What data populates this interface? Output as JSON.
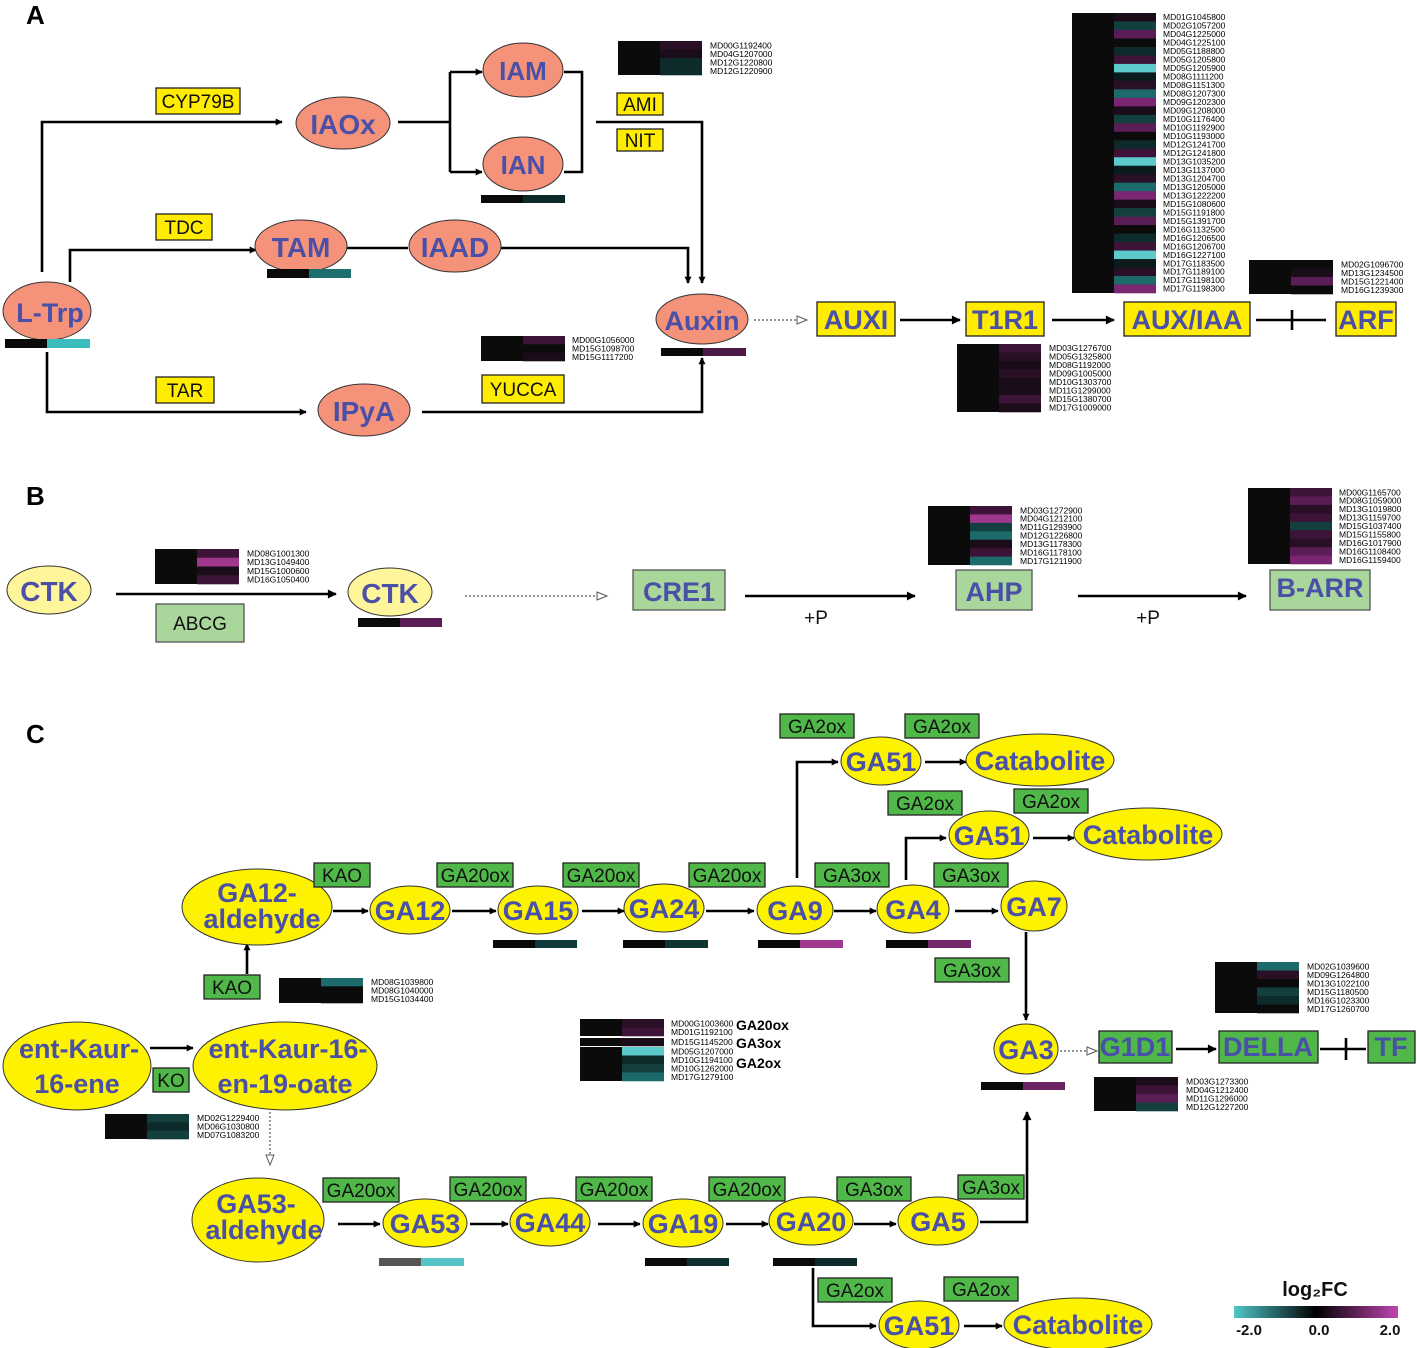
{
  "panels": {
    "a": "A",
    "b": "B",
    "c": "C"
  },
  "colors": {
    "low": "#4ec7c9",
    "mid": "#000000",
    "high": "#bb3fa8",
    "ellipse_salmon": "#f4937a",
    "ellipse_yellow": "#fdf200",
    "ellipse_pale": "#fff59b",
    "box_yellow": "#ffec00",
    "box_green": "#4fb848",
    "box_lightgreen": "#a8d69b"
  },
  "a": {
    "nodes": {
      "ltrp": "L-Trp",
      "iaox": "IAOx",
      "iam": "IAM",
      "ian": "IAN",
      "tam": "TAM",
      "iaad": "IAAD",
      "ipya": "IPyA",
      "auxin": "Auxin",
      "auxi": "AUXI",
      "t1r1": "T1R1",
      "auxiaa": "AUX/IAA",
      "arf": "ARF"
    },
    "enzymes": {
      "cyp79b": "CYP79B",
      "tdc": "TDC",
      "tar": "TAR",
      "ami": "AMI",
      "nit": "NIT",
      "yucca": "YUCCA"
    },
    "genes": {
      "iam": [
        "MD00G1192400",
        "MD04G1207000",
        "MD12G1220800",
        "MD12G1220900"
      ],
      "yucca": [
        "MD00G1056000",
        "MD15G1098700",
        "MD15G1117200"
      ],
      "t1r1": [
        "MD03G1276700",
        "MD05G1325800",
        "MD08G1192000",
        "MD09G1005000",
        "MD10G1303700",
        "MD11G1299000",
        "MD15G1380700",
        "MD17G1009000"
      ],
      "auxiaa": [
        "MD01G1045800",
        "MD02G1057200",
        "MD04G1225000",
        "MD04G1225100",
        "MD05G1188800",
        "MD05G1205800",
        "MD05G1205900",
        "MD08G1111200",
        "MD08G1151300",
        "MD08G1207300",
        "MD09G1202300",
        "MD09G1208000",
        "MD10G1176400",
        "MD10G1192900",
        "MD10G1193000",
        "MD12G1241700",
        "MD12G1241800",
        "MD13G1035200",
        "MD13G1137000",
        "MD13G1204700",
        "MD13G1205000",
        "MD13G1222200",
        "MD15G1080600",
        "MD15G1191800",
        "MD15G1391700",
        "MD16G1132500",
        "MD16G1206500",
        "MD16G1206700",
        "MD16G1227100",
        "MD17G1183500",
        "MD17G1189100",
        "MD17G1198100",
        "MD17G1198300"
      ],
      "arf": [
        "MD02G1096700",
        "MD13G1234500",
        "MD15G1221400",
        "MD16G1239300"
      ]
    }
  },
  "b": {
    "nodes": {
      "ctk1": "CTK",
      "ctk2": "CTK",
      "cre1": "CRE1",
      "ahp": "AHP",
      "barr": "B-ARR"
    },
    "enzymes": {
      "abcg": "ABCG"
    },
    "phos": "+P",
    "genes": {
      "abcg": [
        "MD08G1001300",
        "MD13G1049400",
        "MD15G1000600",
        "MD16G1050400"
      ],
      "ahp": [
        "MD03G1272900",
        "MD04G1212100",
        "MD11G1293900",
        "MD12G1226800",
        "MD13G1178300",
        "MD16G1178100",
        "MD17G1211900"
      ],
      "barr": [
        "MD00G1165700",
        "MD08G1059000",
        "MD13G1019800",
        "MD13G1159700",
        "MD15G1037400",
        "MD15G1155800",
        "MD16G1017900",
        "MD16G1108400",
        "MD16G1159400"
      ]
    }
  },
  "c": {
    "nodes": {
      "ga12ald": [
        "GA12-",
        "aldehyde"
      ],
      "ga12": "GA12",
      "ga15": "GA15",
      "ga24": "GA24",
      "ga9": "GA9",
      "ga4": "GA4",
      "ga7": "GA7",
      "ga51": "GA51",
      "catabolite": "Catabolite",
      "entkaur": [
        "ent-Kaur-",
        "16-ene"
      ],
      "entkaur19": [
        "ent-Kaur-16-",
        "en-19-oate"
      ],
      "ga53ald": [
        "GA53-",
        "aldehyde"
      ],
      "ga53": "GA53",
      "ga44": "GA44",
      "ga19": "GA19",
      "ga20": "GA20",
      "ga5": "GA5",
      "ga3": "GA3",
      "gid1": "G1D1",
      "della": "DELLA",
      "tf": "TF"
    },
    "enzymes": {
      "kao": "KAO",
      "ko": "KO",
      "ga20ox": "GA20ox",
      "ga3ox": "GA3ox",
      "ga2ox": "GA2ox"
    },
    "genes": {
      "kao": [
        "MD08G1039800",
        "MD08G1040000",
        "MD15G1034400"
      ],
      "ko": [
        "MD02G1229400",
        "MD06G1030800",
        "MD07G1083200"
      ],
      "ga20ox": [
        "MD00G1003600",
        "MD01G1192100"
      ],
      "ga3ox": [
        "MD15G1145200"
      ],
      "ga2ox": [
        "MD05G1207000",
        "MD10G1194100",
        "MD10G1262000",
        "MD17G1279100"
      ],
      "della": [
        "MD02G1039600",
        "MD09G1264800",
        "MD13G1022100",
        "MD15G1180500",
        "MD16G1023300",
        "MD17G1260700"
      ],
      "gid1": [
        "MD03G1273300",
        "MD04G1212400",
        "MD11G1296000",
        "MD12G1227200"
      ]
    },
    "group_labels": {
      "ga20ox": "GA20ox",
      "ga3ox": "GA3ox",
      "ga2ox": "GA2ox"
    }
  },
  "legend": {
    "title": "log₂FC",
    "min": "-2.0",
    "mid": "0.0",
    "max": "2.0"
  }
}
